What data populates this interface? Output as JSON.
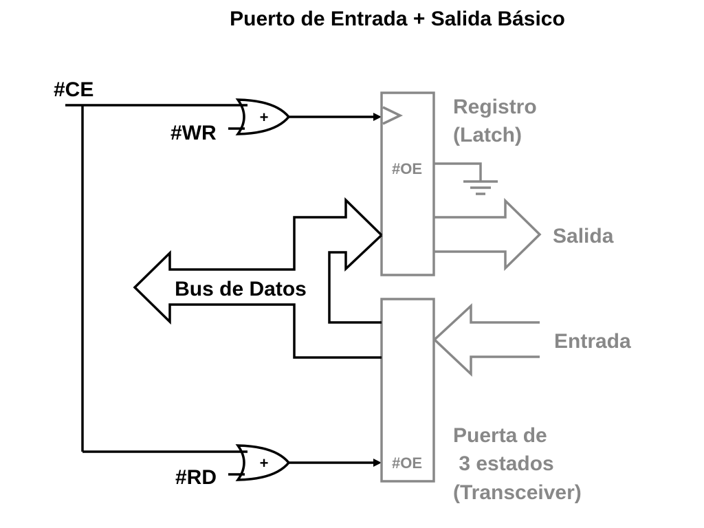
{
  "title": "Puerto de Entrada + Salida Básico",
  "signals": {
    "ce": "#CE",
    "wr": "#WR",
    "rd": "#RD"
  },
  "gates": {
    "top_symbol": "+",
    "bottom_symbol": "+"
  },
  "register": {
    "oe_label": "#OE",
    "name_line1": "Registro",
    "name_line2": "(Latch)"
  },
  "transceiver": {
    "oe_label": "#OE",
    "name_line1": "Puerta de",
    "name_line2": " 3 estados",
    "name_line3": "(Transceiver)"
  },
  "bus_label": "Bus de Datos",
  "output_label": "Salida",
  "input_label": "Entrada",
  "colors": {
    "black": "#000000",
    "gray": "#888888",
    "background": "#ffffff"
  }
}
